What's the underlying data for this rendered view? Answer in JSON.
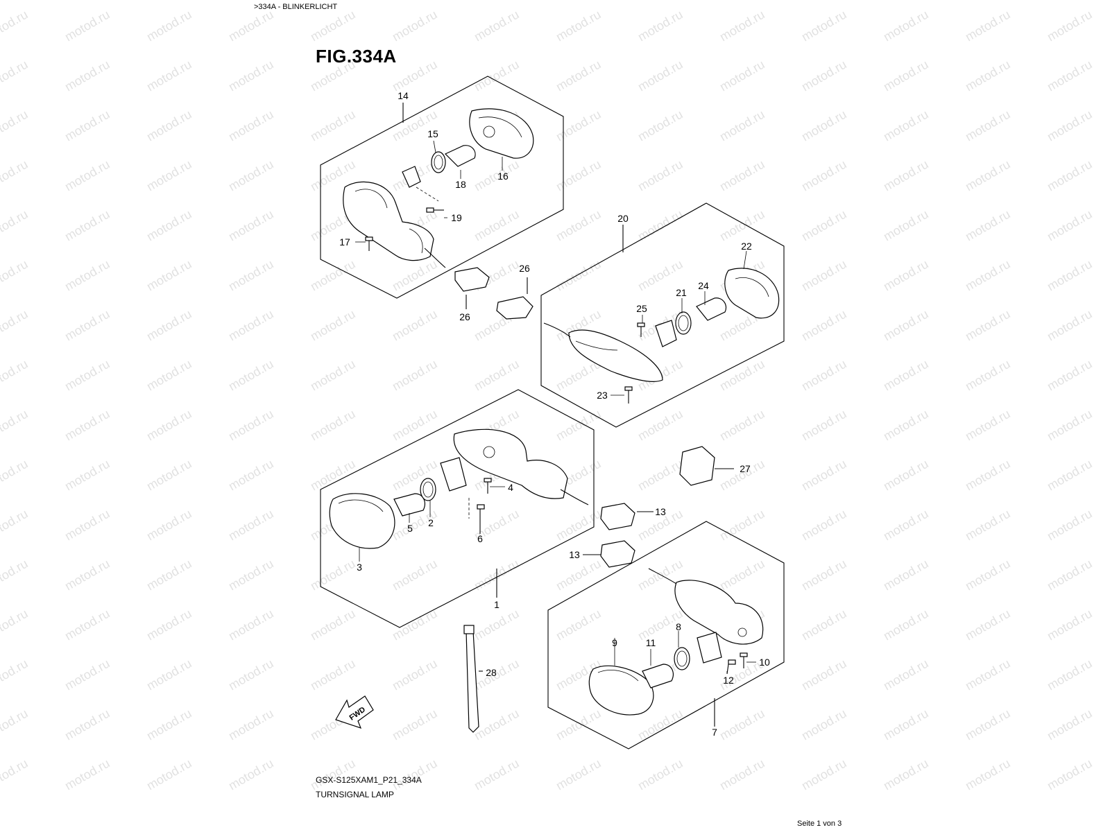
{
  "header": {
    "breadcrumb": ">334A - BLINKERLICHT"
  },
  "figure": {
    "title": "FIG.334A"
  },
  "footer": {
    "model_code": "GSX-S125XAM1_P21_334A",
    "caption": "TURNSIGNAL LAMP",
    "page": "Seite 1 von 3"
  },
  "watermark": {
    "text": "motod.ru"
  },
  "badge": {
    "fwd": "FWD"
  },
  "labels": {
    "p1": "1",
    "p2": "2",
    "p3": "3",
    "p4": "4",
    "p5": "5",
    "p6": "6",
    "p7": "7",
    "p8": "8",
    "p9": "9",
    "p10": "10",
    "p11": "11",
    "p12": "12",
    "p13a": "13",
    "p13b": "13",
    "p14": "14",
    "p15": "15",
    "p16": "16",
    "p17": "17",
    "p18": "18",
    "p19": "19",
    "p20": "20",
    "p21": "21",
    "p22": "22",
    "p23": "23",
    "p24": "24",
    "p25": "25",
    "p26a": "26",
    "p26b": "26",
    "p27": "27",
    "p28": "28"
  }
}
